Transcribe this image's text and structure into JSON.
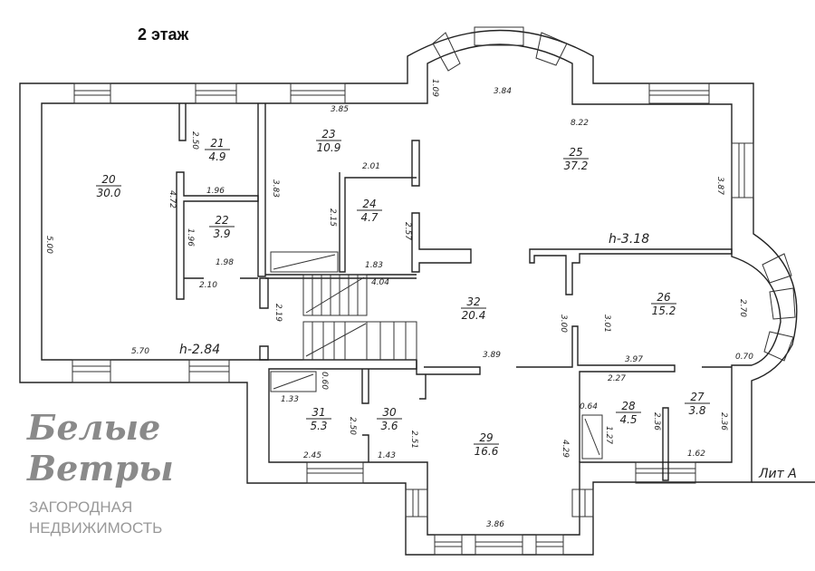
{
  "title": "2 этаж",
  "logo": {
    "line1": "Белые",
    "line2": "Ветры",
    "tagline1": "ЗАГОРОДНАЯ",
    "tagline2": "НЕДВИЖИМОСТЬ"
  },
  "rooms": [
    {
      "number": "20",
      "area": "30.0"
    },
    {
      "number": "21",
      "area": "4.9"
    },
    {
      "number": "22",
      "area": "3.9"
    },
    {
      "number": "23",
      "area": "10.9"
    },
    {
      "number": "24",
      "area": "4.7"
    },
    {
      "number": "25",
      "area": "37.2"
    },
    {
      "number": "26",
      "area": "15.2"
    },
    {
      "number": "32",
      "area": "20.4"
    },
    {
      "number": "31",
      "area": "5.3"
    },
    {
      "number": "30",
      "area": "3.6"
    },
    {
      "number": "29",
      "area": "16.6"
    },
    {
      "number": "28",
      "area": "4.5"
    },
    {
      "number": "27",
      "area": "3.8"
    }
  ],
  "heights": [
    "h-2.84",
    "h-3.18"
  ],
  "dimensions": [
    "3.85",
    "2.50",
    "2.01",
    "1.96",
    "4.72",
    "3.83",
    "1.96",
    "1.98",
    "2.15",
    "2.57",
    "1.83",
    "4.04",
    "2.10",
    "2.19",
    "5.00",
    "5.70",
    "1.09",
    "3.84",
    "8.22",
    "3.87",
    "3.00",
    "3.01",
    "2.70",
    "3.89",
    "3.97",
    "0.70",
    "2.27",
    "0.64",
    "1.27",
    "2.36",
    "2.36",
    "1.62",
    "4.29",
    "2.51",
    "2.50",
    "1.33",
    "0.60",
    "2.45",
    "1.43",
    "3.86"
  ],
  "letter_label": "Лит A"
}
